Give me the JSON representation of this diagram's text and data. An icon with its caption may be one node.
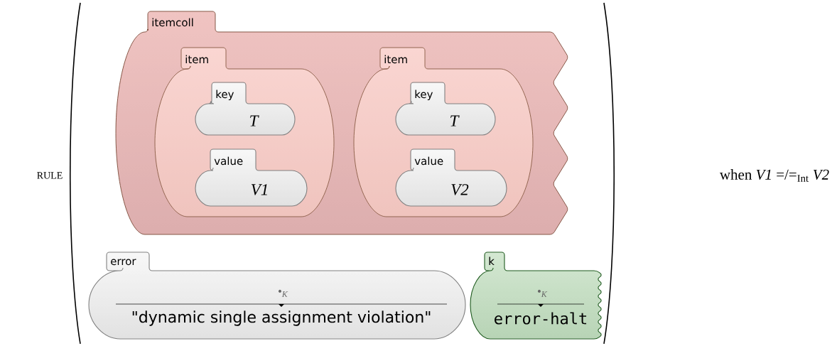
{
  "diagram": {
    "nodes": [
      {
        "text": [
          "itemcoll"
        ]
      },
      {
        "text": [
          "item"
        ],
        "in": 0
      },
      {
        "text": [
          "key",
          "T"
        ],
        "in": 1
      },
      {
        "text": [
          "value",
          "V1"
        ],
        "in": 1
      },
      {
        "text": [
          "item"
        ],
        "in": 0
      },
      {
        "text": [
          "key",
          "T"
        ],
        "in": 4
      },
      {
        "text": [
          "value",
          "V2"
        ],
        "in": 4
      },
      {
        "text": [
          "error",
          "•$_{K}$",
          "\"dynamic single assignment violation\""
        ]
      },
      {
        "text": [
          "k",
          "•$_{K}$",
          "error-halt"
        ]
      }
    ],
    "labels": [
      "RULE",
      "when *V1* =/=$_{Int}$ *V2*"
    ]
  }
}
